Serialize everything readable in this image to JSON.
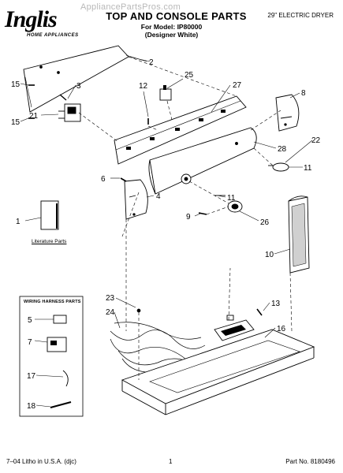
{
  "header": {
    "brand": "Inglis",
    "brand_sub": "HOME APPLIANCES",
    "watermark": "AppliancePartsPros.com",
    "title": "TOP AND CONSOLE PARTS",
    "model_line": "For Model: IP80000",
    "variant_line": "(Designer White)",
    "product": "29\" ELECTRIC DRYER"
  },
  "labels": {
    "literature": "Literature Parts",
    "wiring_harness": "WIRING HARNESS PARTS"
  },
  "callouts": [
    "1",
    "2",
    "3",
    "4",
    "5",
    "6",
    "7",
    "8",
    "9",
    "10",
    "11",
    "11",
    "12",
    "13",
    "15",
    "15",
    "16",
    "17",
    "18",
    "21",
    "22",
    "23",
    "24",
    "25",
    "26",
    "27",
    "28"
  ],
  "footer": {
    "left": "7–04 Litho in U.S.A. (djc)",
    "center": "1",
    "right": "Part No. 8180496"
  }
}
